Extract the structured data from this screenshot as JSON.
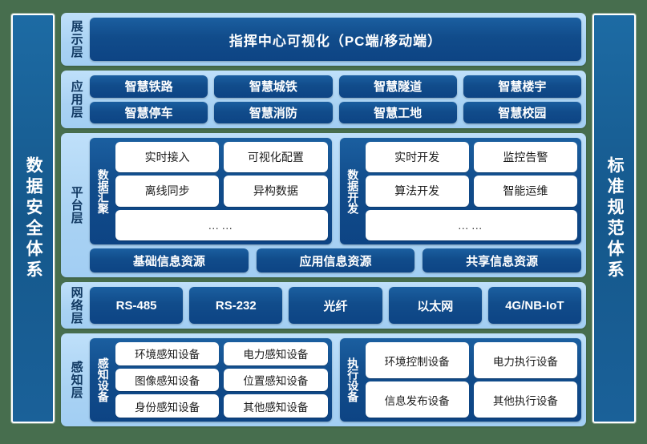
{
  "colors": {
    "page_background": "#476e4e",
    "pillar": "#1a6199",
    "layer_panel": "#a9d2f3",
    "chip_dark": "#114c8b",
    "chip_white": "#ffffff",
    "label_text": "#123a63"
  },
  "left_pillar": {
    "label": "数据安全体系"
  },
  "right_pillar": {
    "label": "标准规范体系"
  },
  "layers": {
    "presentation": {
      "label": "展示层",
      "banner": "指挥中心可视化（PC端/移动端）"
    },
    "application": {
      "label": "应用层",
      "items": [
        "智慧铁路",
        "智慧城铁",
        "智慧隧道",
        "智慧楼宇",
        "智慧停车",
        "智慧消防",
        "智慧工地",
        "智慧校园"
      ]
    },
    "platform": {
      "label": "平台层",
      "groups": [
        {
          "label": "数据汇聚",
          "rows": [
            [
              "实时接入",
              "可视化配置"
            ],
            [
              "离线同步",
              "异构数据"
            ],
            [
              "……"
            ]
          ]
        },
        {
          "label": "数据开发",
          "rows": [
            [
              "实时开发",
              "监控告警"
            ],
            [
              "算法开发",
              "智能运维"
            ],
            [
              "……"
            ]
          ]
        }
      ],
      "resources": [
        "基础信息资源",
        "应用信息资源",
        "共享信息资源"
      ]
    },
    "network": {
      "label": "网络层",
      "items": [
        "RS-485",
        "RS-232",
        "光纤",
        "以太网",
        "4G/NB-IoT"
      ]
    },
    "sensing": {
      "label": "感知层",
      "groups": [
        {
          "label": "感知设备",
          "rows": [
            [
              "环境感知设备",
              "电力感知设备"
            ],
            [
              "图像感知设备",
              "位置感知设备"
            ],
            [
              "身份感知设备",
              "其他感知设备"
            ]
          ]
        },
        {
          "label": "执行设备",
          "rows": [
            [
              "环境控制设备",
              "电力执行设备"
            ],
            [
              "信息发布设备",
              "其他执行设备"
            ]
          ]
        }
      ]
    }
  }
}
